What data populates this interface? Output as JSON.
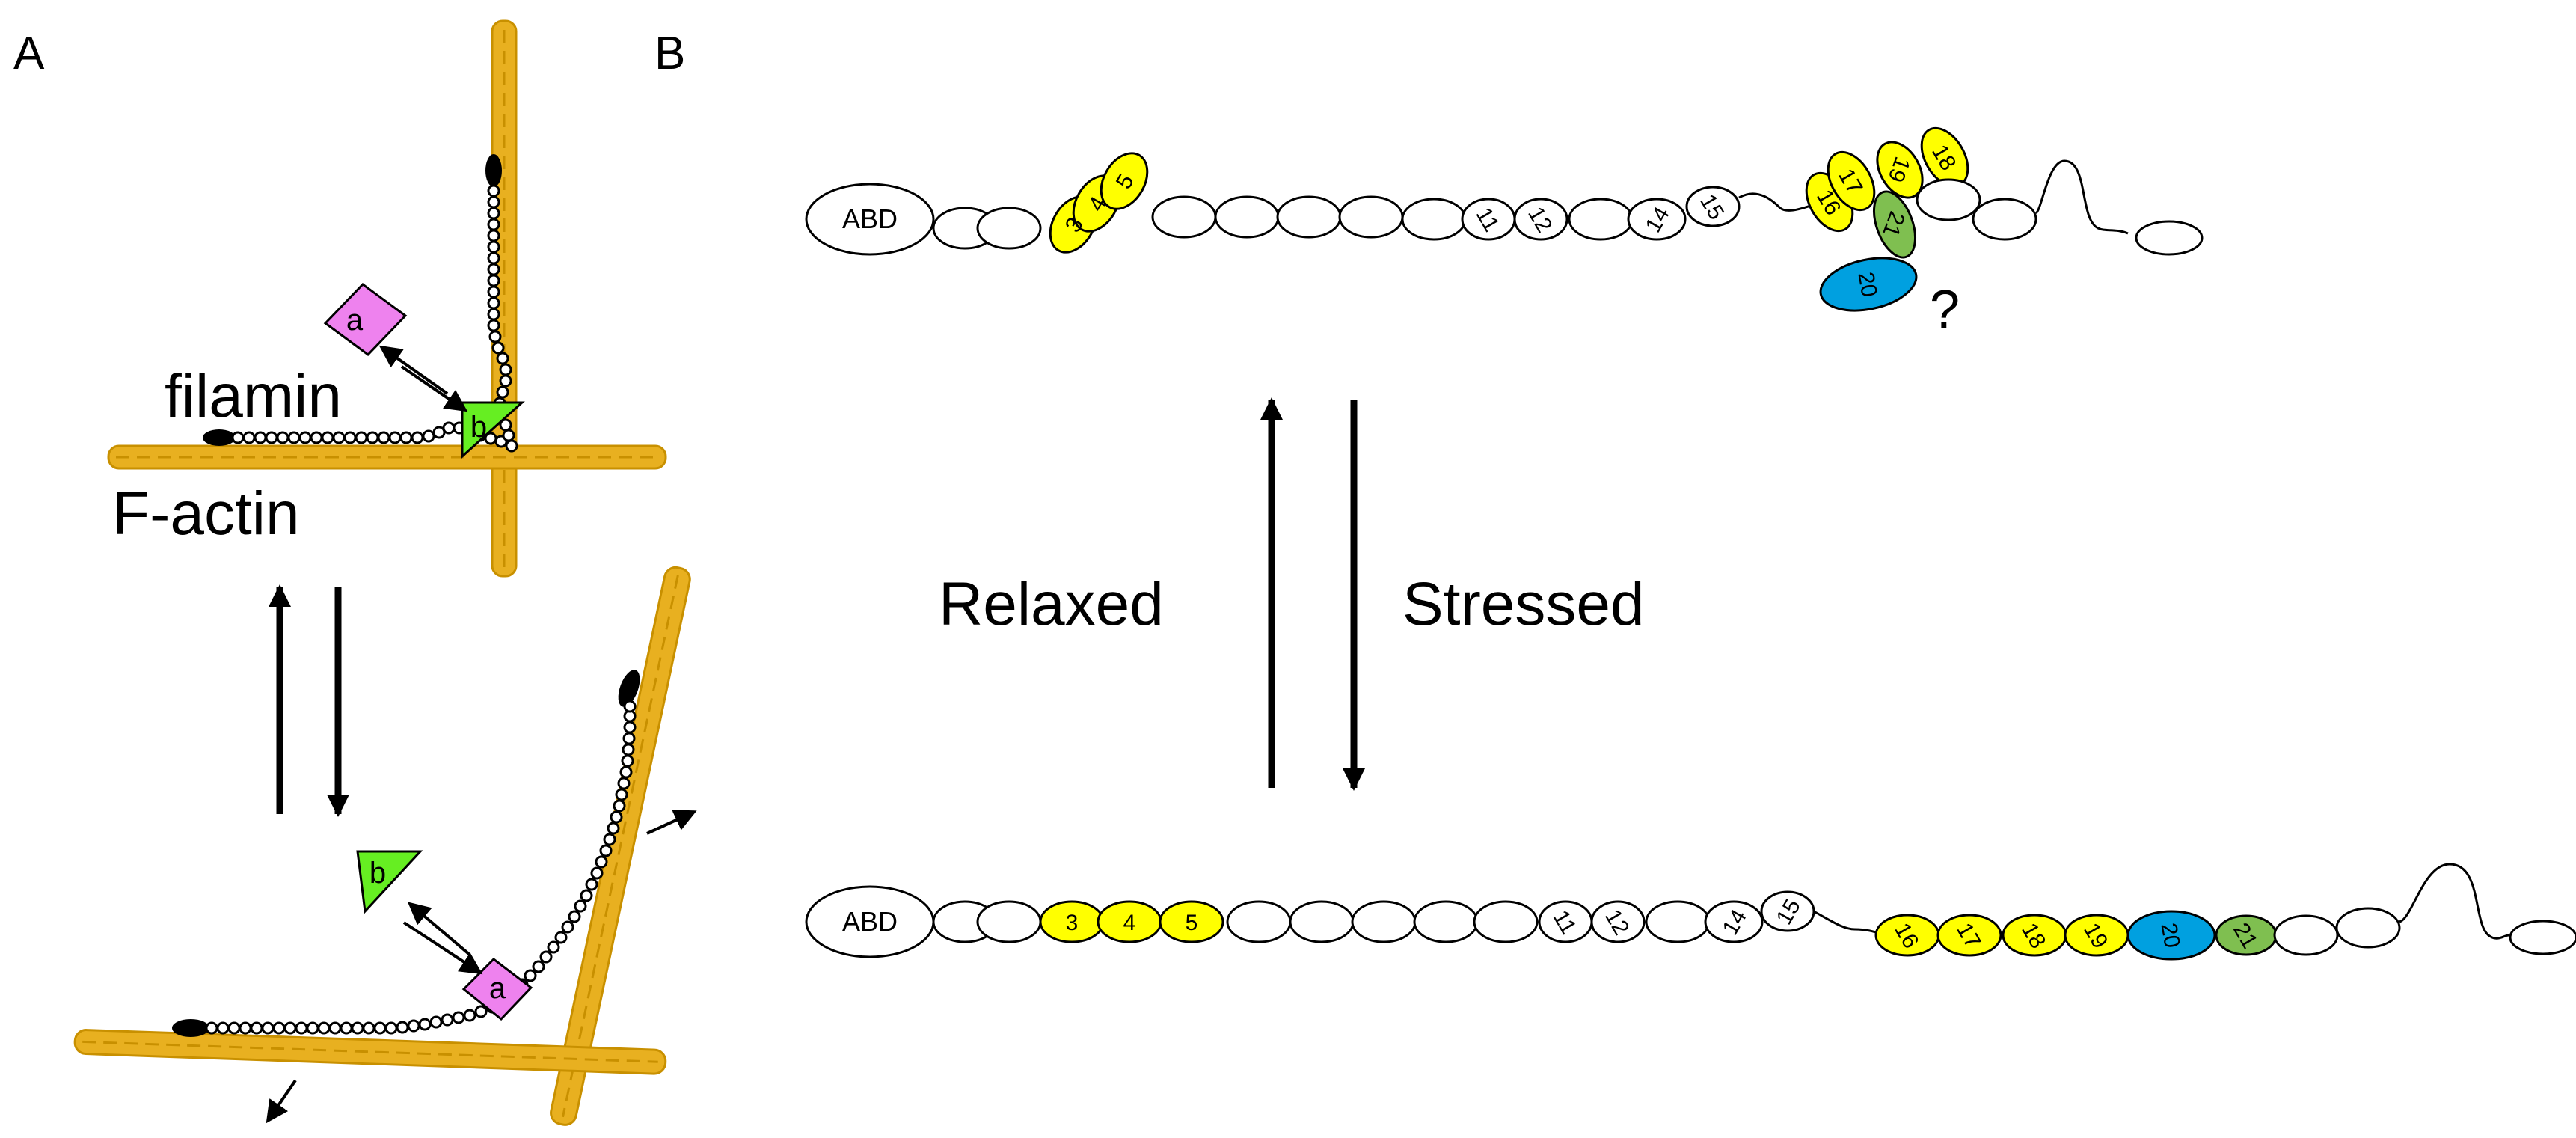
{
  "panels": {
    "a": "A",
    "b": "B"
  },
  "labels": {
    "filamin": "filamin",
    "factin": "F-actin",
    "relaxed": "Relaxed",
    "stressed": "Stressed",
    "question": "?"
  },
  "ligands": {
    "a": "a",
    "b": "b"
  },
  "colors": {
    "actin": "#e8b020",
    "actin_edge": "#c89000",
    "yellow_domain": "#ffff00",
    "blue_domain": "#00a0e0",
    "green_domain": "#7fbf50",
    "ligand_a": "#ee82ee",
    "ligand_b": "#66ee22"
  },
  "relaxed_chain": {
    "abd": "ABD",
    "d3": "3",
    "d4": "4",
    "d5": "5",
    "d11": "11",
    "d12": "12",
    "d14": "14",
    "d15": "15",
    "d16": "16",
    "d17": "17",
    "d18": "18",
    "d19": "19",
    "d20": "20",
    "d21": "21"
  },
  "stressed_chain": {
    "abd": "ABD",
    "d3": "3",
    "d4": "4",
    "d5": "5",
    "d11": "11",
    "d12": "12",
    "d14": "14",
    "d15": "15",
    "d16": "16",
    "d17": "17",
    "d18": "18",
    "d19": "19",
    "d20": "20",
    "d21": "21"
  }
}
